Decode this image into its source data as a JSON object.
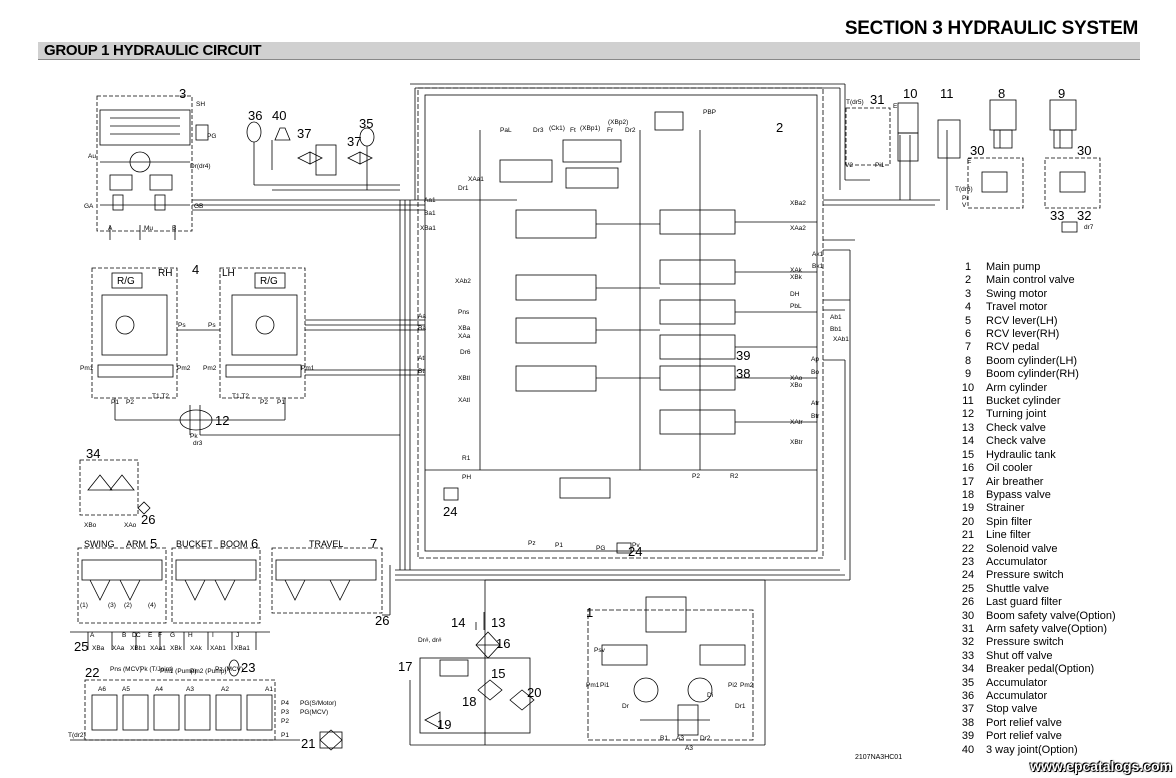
{
  "header": {
    "section": "SECTION 3 HYDRAULIC SYSTEM",
    "group": "GROUP 1 HYDRAULIC CIRCUIT"
  },
  "legend": [
    {
      "num": "1",
      "text": "Main pump"
    },
    {
      "num": "2",
      "text": "Main control valve"
    },
    {
      "num": "3",
      "text": "Swing motor"
    },
    {
      "num": "4",
      "text": "Travel motor"
    },
    {
      "num": "5",
      "text": "RCV lever(LH)"
    },
    {
      "num": "6",
      "text": "RCV lever(RH)"
    },
    {
      "num": "7",
      "text": "RCV pedal"
    },
    {
      "num": "8",
      "text": "Boom cylinder(LH)"
    },
    {
      "num": "9",
      "text": "Boom cylinder(RH)"
    },
    {
      "num": "10",
      "text": "Arm cylinder"
    },
    {
      "num": "11",
      "text": "Bucket cylinder"
    },
    {
      "num": "12",
      "text": "Turning joint"
    },
    {
      "num": "13",
      "text": "Check valve"
    },
    {
      "num": "14",
      "text": "Check valve"
    },
    {
      "num": "15",
      "text": "Hydraulic tank"
    },
    {
      "num": "16",
      "text": "Oil cooler"
    },
    {
      "num": "17",
      "text": "Air breather"
    },
    {
      "num": "18",
      "text": "Bypass valve"
    },
    {
      "num": "19",
      "text": "Strainer"
    },
    {
      "num": "20",
      "text": "Spin filter"
    },
    {
      "num": "21",
      "text": "Line filter"
    },
    {
      "num": "22",
      "text": "Solenoid valve"
    },
    {
      "num": "23",
      "text": "Accumulator"
    },
    {
      "num": "24",
      "text": "Pressure switch"
    },
    {
      "num": "25",
      "text": "Shuttle valve"
    },
    {
      "num": "26",
      "text": "Last guard filter"
    },
    {
      "num": "30",
      "text": "Boom safety valve(Option)"
    },
    {
      "num": "31",
      "text": "Arm safety valve(Option)"
    },
    {
      "num": "32",
      "text": "Pressure switch"
    },
    {
      "num": "33",
      "text": "Shut off valve"
    },
    {
      "num": "34",
      "text": "Breaker pedal(Option)"
    },
    {
      "num": "35",
      "text": "Accumulator"
    },
    {
      "num": "36",
      "text": "Accumulator"
    },
    {
      "num": "37",
      "text": "Stop valve"
    },
    {
      "num": "38",
      "text": "Port relief valve"
    },
    {
      "num": "39",
      "text": "Port relief valve"
    },
    {
      "num": "40",
      "text": "3 way joint(Option)"
    }
  ],
  "callouts": {
    "c1": "1",
    "c2": "2",
    "c3": "3",
    "c4": "4",
    "c5": "5",
    "c6": "6",
    "c7": "7",
    "c8": "8",
    "c9": "9",
    "c10": "10",
    "c11": "11",
    "c12": "12",
    "c13": "13",
    "c14": "14",
    "c15": "15",
    "c16": "16",
    "c17": "17",
    "c18": "18",
    "c19": "19",
    "c20": "20",
    "c21": "21",
    "c22": "22",
    "c23": "23",
    "c24a": "24",
    "c24b": "24",
    "c25": "25",
    "c26a": "26",
    "c26b": "26",
    "c30a": "30",
    "c30b": "30",
    "c31": "31",
    "c32": "32",
    "c33": "33",
    "c34": "34",
    "c35": "35",
    "c36": "36",
    "c37a": "37",
    "c37b": "37",
    "c38": "38",
    "c39": "39",
    "c40": "40"
  },
  "labels": {
    "rh": "RH",
    "lh": "LH",
    "rg1": "R/G",
    "rg2": "R/G",
    "swing": "SWING",
    "arm": "ARM",
    "bucket": "BUCKET",
    "boom": "BOOM",
    "travel": "TRAVEL",
    "sh": "SH",
    "pg": "PG",
    "au": "Au",
    "dr4": "Dr(dr4)",
    "ga": "GA",
    "gb": "GB",
    "a": "A",
    "mu": "Mu",
    "b": "B",
    "ps1": "Ps",
    "ps2": "Ps",
    "pm1": "Pm1",
    "pm2": "Pm2",
    "pm2b": "Pm2",
    "pm1b": "Pm1",
    "p1": "P1",
    "p2": "P2",
    "t1t2a": "T1,T2",
    "t1t2b": "T1,T2",
    "p2b": "P2",
    "p1b": "P1",
    "pk": "Pk",
    "dr3": "dr3",
    "xbo": "XBo",
    "xao": "XAo",
    "aa1": "Aa1",
    "ba1": "Ba1",
    "xba1": "XBa1",
    "dr1": "Dr1",
    "xaa1": "XAa1",
    "pal": "PaL",
    "dr3b": "Dr3",
    "ck1": "(Ck1)",
    "ft": "Ft",
    "xbp1": "(XBp1)",
    "fr": "Fr",
    "xbp2": "(XBp2)",
    "dr2": "Dr2",
    "pbp": "PBP",
    "xba2": "XBa2",
    "xaa2": "XAa2",
    "ak1": "Ak1",
    "bk1": "Bk1",
    "xak": "XAk",
    "xbk": "XBk",
    "dh": "DH",
    "pbl": "PbL",
    "ab1": "Ab1",
    "bb1": "Bb1",
    "xab1": "XAb1",
    "ap": "Ap",
    "bo": "Bo",
    "xao2": "XAo",
    "xbo2": "XBo",
    "atr": "Atr",
    "btr": "Btr",
    "xatr": "XAtr",
    "xbtr": "XBtr",
    "xab2": "XAb2",
    "aa": "Aa",
    "pns": "Pns",
    "ba": "Ba",
    "xba": "XBa",
    "xaa": "XAa",
    "dr6": "Dr6",
    "atl": "Atl",
    "xbtl": "XBtl",
    "btl": "Btl",
    "xatl": "XAtl",
    "r1": "R1",
    "ph": "PH",
    "pz": "Pz",
    "p1c": "P1",
    "pg2": "PG",
    "pv": "Pv",
    "p2c": "P2",
    "r2": "R2",
    "tdr5": "T(dr5)",
    "v2": "V2",
    "pi1": "Pi1",
    "e": "E",
    "e2": "E",
    "tdr6": "T(dr6)",
    "pi": "Pi",
    "v": "V",
    "dr7": "dr7",
    "pns2": "Pns\n(MCV)",
    "pk2": "Pk\n(T/Joint)",
    "pm1p": "Pm1\n(Pump)",
    "pm2p": "Pm2\n(Pump)",
    "pz2": "Pz\n(MCV)",
    "a6": "A6",
    "a5": "A5",
    "a4": "A4",
    "a3": "A3",
    "a2": "A2",
    "a1": "A1",
    "p4": "P4",
    "pgsm": "PG(S/Motor)",
    "p3": "P3",
    "pgmcv": "PG(MCV)",
    "p2d": "P2",
    "p1d": "P1",
    "tdr2": "T(dr2)",
    "drdr": "Dr#, dr#",
    "pn1": "(1)",
    "pn3": "(3)",
    "pn2": "(2)",
    "pn4": "(4)",
    "pa": "A",
    "pb": "B",
    "pc": "C",
    "pd": "D",
    "pe": "E",
    "pf": "F",
    "pgp": "G",
    "ph2": "H",
    "pi2": "I",
    "pj": "J",
    "xba_b": "XBa",
    "xaa_b": "XAa",
    "xbb1": "XBb1",
    "xaa1_b": "XAa1",
    "xbk_b": "XBk",
    "xak_b": "XAk",
    "xab1_b": "XAb1",
    "xba1_b": "XBa1",
    "psv": "Psv",
    "pm1c": "Pm1",
    "pi1c": "Pi1",
    "pi2c": "Pi2",
    "pm2c": "Pm2",
    "di": "Di",
    "dr": "Dr",
    "dr1b": "Dr1",
    "b1": "B1",
    "a3b": "A3",
    "dr2b": "Dr2",
    "a3c": "A3",
    "fig": "2107NA3HC01"
  },
  "watermark": "www.epcatalogs.com"
}
